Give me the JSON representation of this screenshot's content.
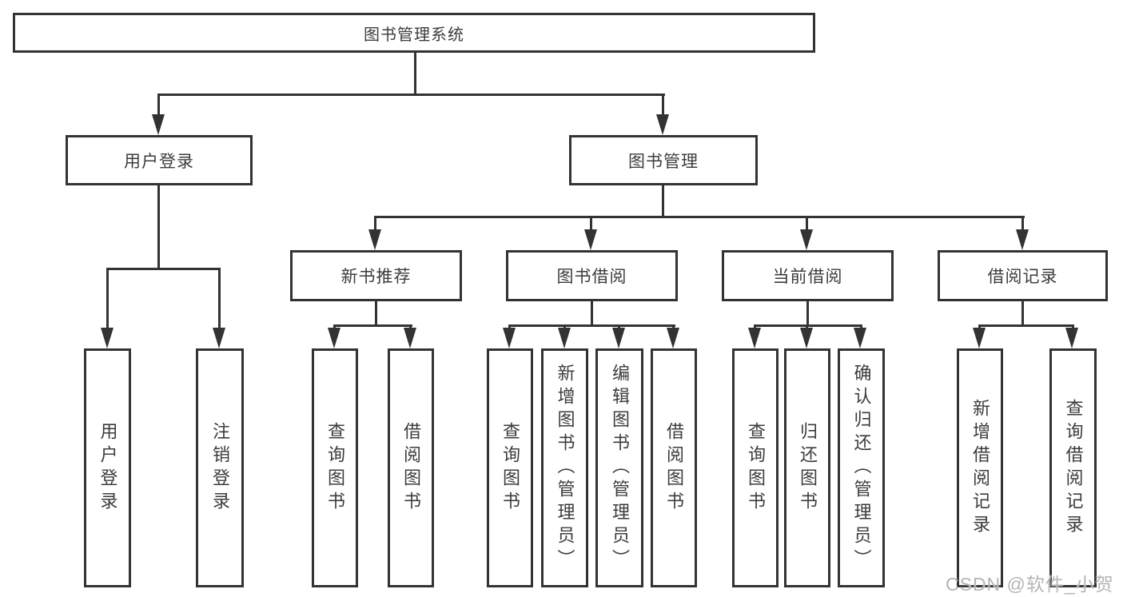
{
  "tree": {
    "root": {
      "label": "图书管理系统"
    },
    "user_login": {
      "label": "用户登录",
      "children": [
        {
          "label": "用户登录"
        },
        {
          "label": "注销登录"
        }
      ]
    },
    "book_mgmt": {
      "label": "图书管理",
      "children": [
        {
          "label": "新书推荐",
          "children": [
            {
              "label": "查询图书"
            },
            {
              "label": "借阅图书"
            }
          ]
        },
        {
          "label": "图书借阅",
          "children": [
            {
              "label": "查询图书"
            },
            {
              "label": "新增图书（管理员）"
            },
            {
              "label": "编辑图书（管理员）"
            },
            {
              "label": "借阅图书"
            }
          ]
        },
        {
          "label": "当前借阅",
          "children": [
            {
              "label": "查询图书"
            },
            {
              "label": "归还图书"
            },
            {
              "label": "确认归还（管理员）"
            }
          ]
        },
        {
          "label": "借阅记录",
          "children": [
            {
              "label": "新增借阅记录"
            },
            {
              "label": "查询借阅记录"
            }
          ]
        }
      ]
    }
  },
  "watermark": "CSDN @软件_小贺同学",
  "colors": {
    "line": "#333333",
    "text": "#3c3c3c",
    "watermark": "#b5b5b5",
    "background": "#ffffff"
  }
}
